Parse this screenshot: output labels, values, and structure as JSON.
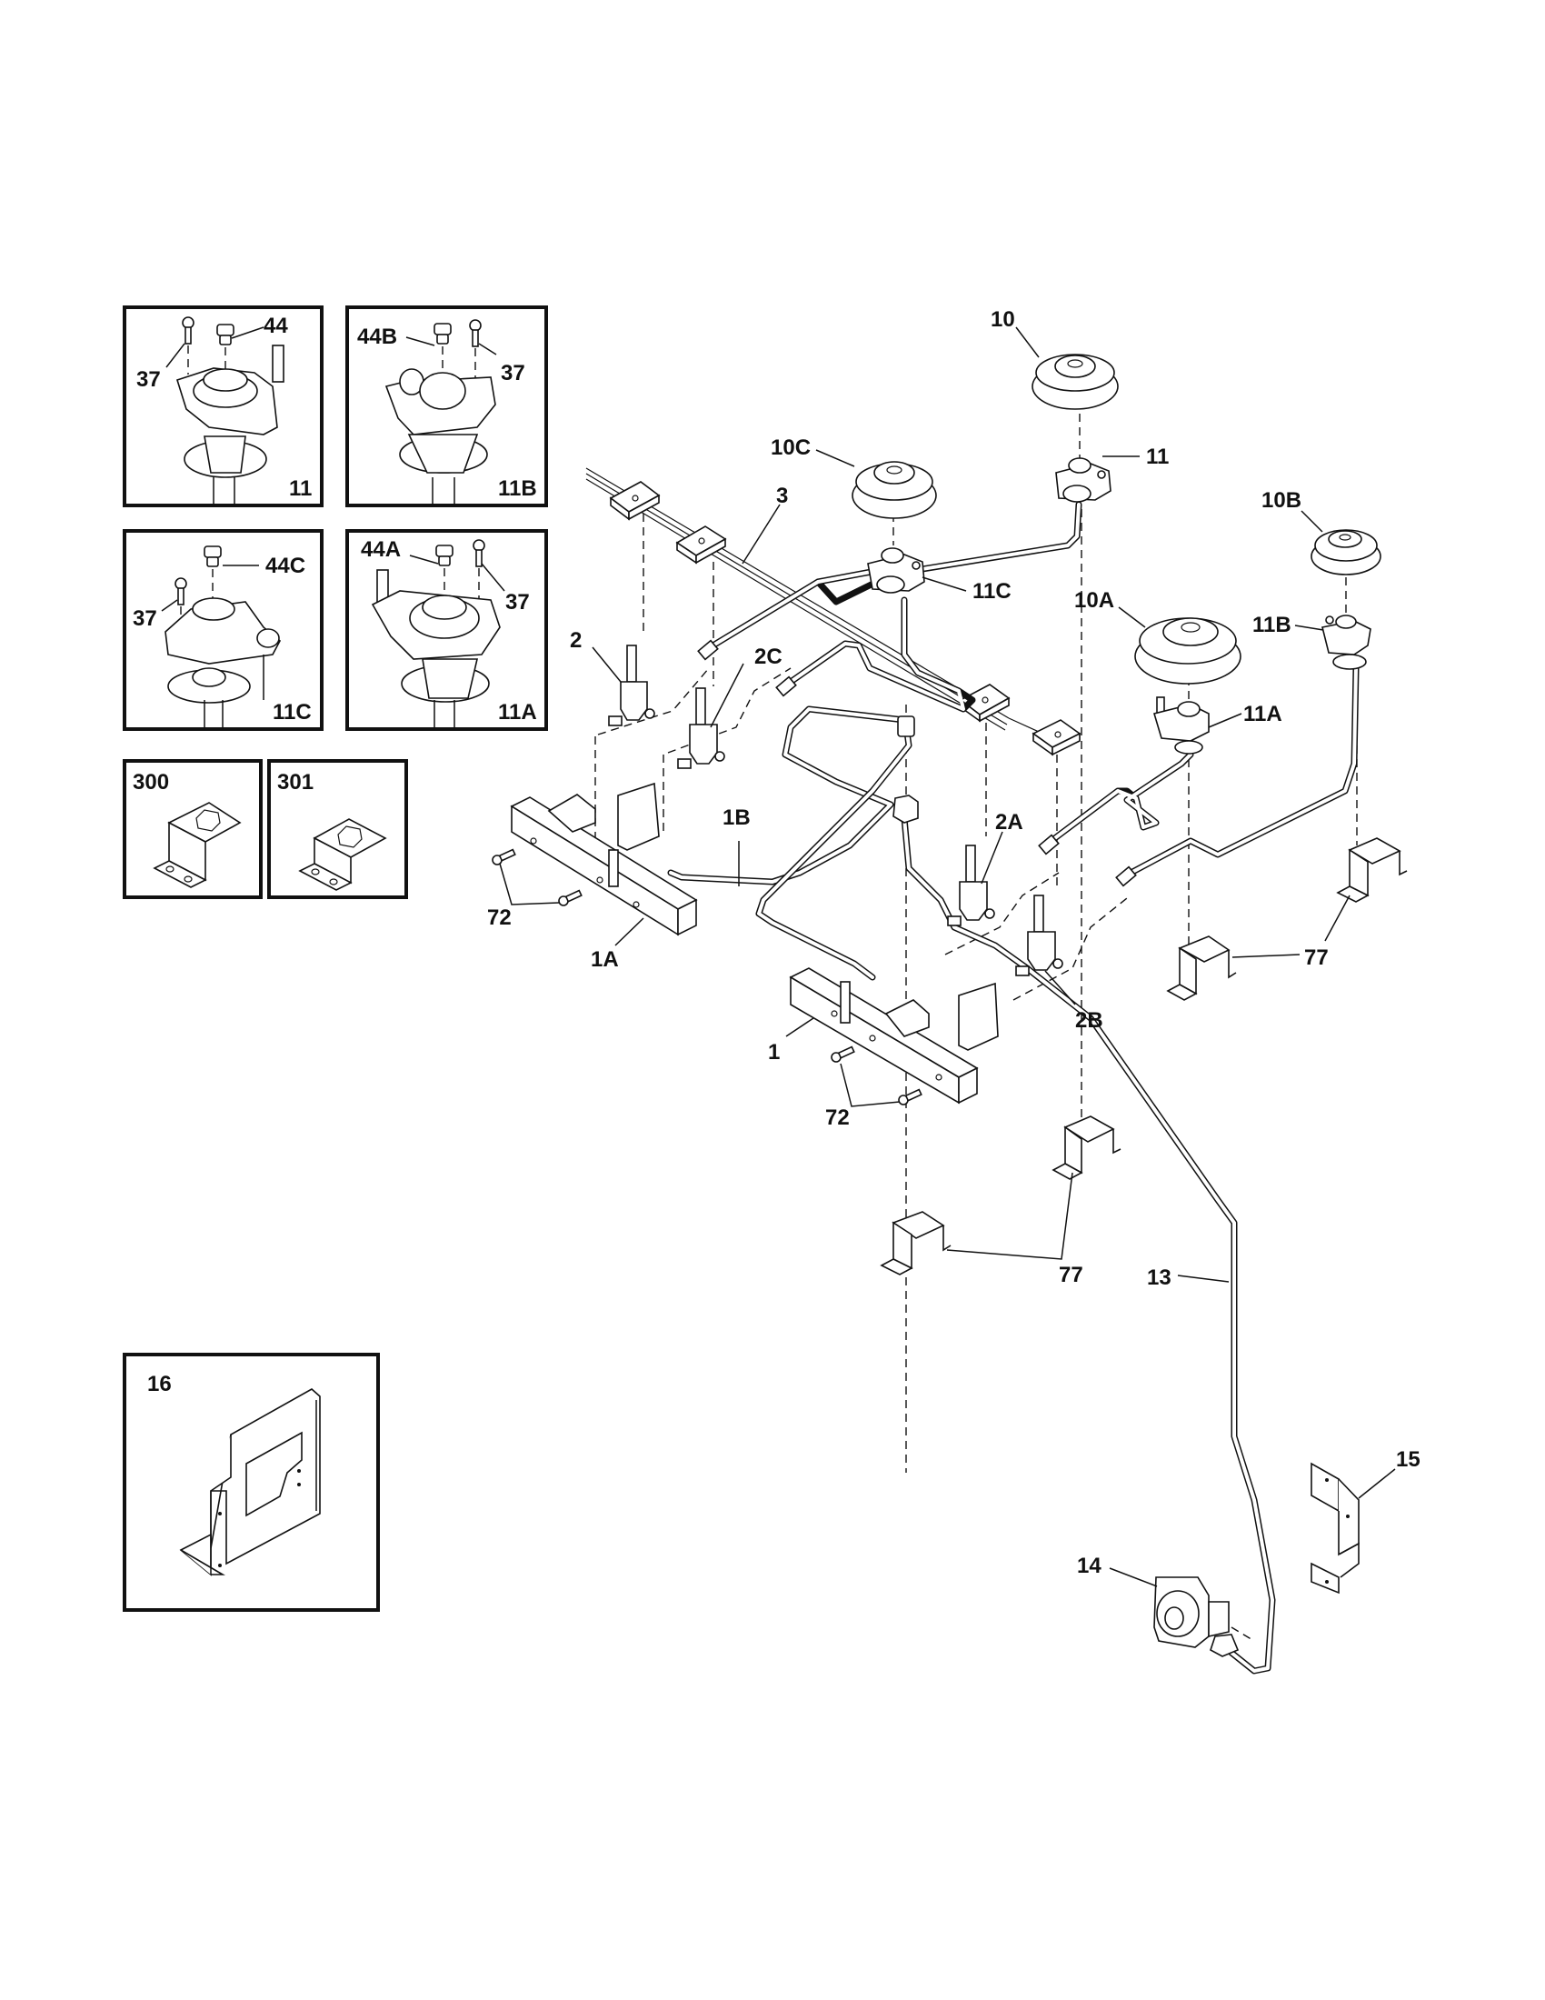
{
  "diagram": {
    "title": "Burner / valve / manifold exploded parts view",
    "inset_boxes": [
      {
        "id": "11",
        "caption": "11",
        "callouts": [
          "37",
          "44"
        ]
      },
      {
        "id": "11B",
        "caption": "11B",
        "callouts": [
          "44B",
          "37"
        ]
      },
      {
        "id": "11C",
        "caption": "11C",
        "callouts": [
          "44C",
          "37"
        ]
      },
      {
        "id": "11A",
        "caption": "11A",
        "callouts": [
          "44A",
          "37"
        ]
      },
      {
        "id": "300",
        "caption": "300",
        "callouts": []
      },
      {
        "id": "301",
        "caption": "301",
        "callouts": []
      },
      {
        "id": "16",
        "caption": "16",
        "callouts": []
      }
    ],
    "parts": {
      "p1": "1",
      "p1A": "1A",
      "p1B": "1B",
      "p2": "2",
      "p2A": "2A",
      "p2B": "2B",
      "p2C": "2C",
      "p3": "3",
      "p10": "10",
      "p10A": "10A",
      "p10B": "10B",
      "p10C": "10C",
      "p11": "11",
      "p11A": "11A",
      "p11B": "11B",
      "p11C": "11C",
      "p13": "13",
      "p14": "14",
      "p15": "15",
      "p72a": "72",
      "p72b": "72",
      "p77a": "77",
      "p77b": "77"
    }
  }
}
